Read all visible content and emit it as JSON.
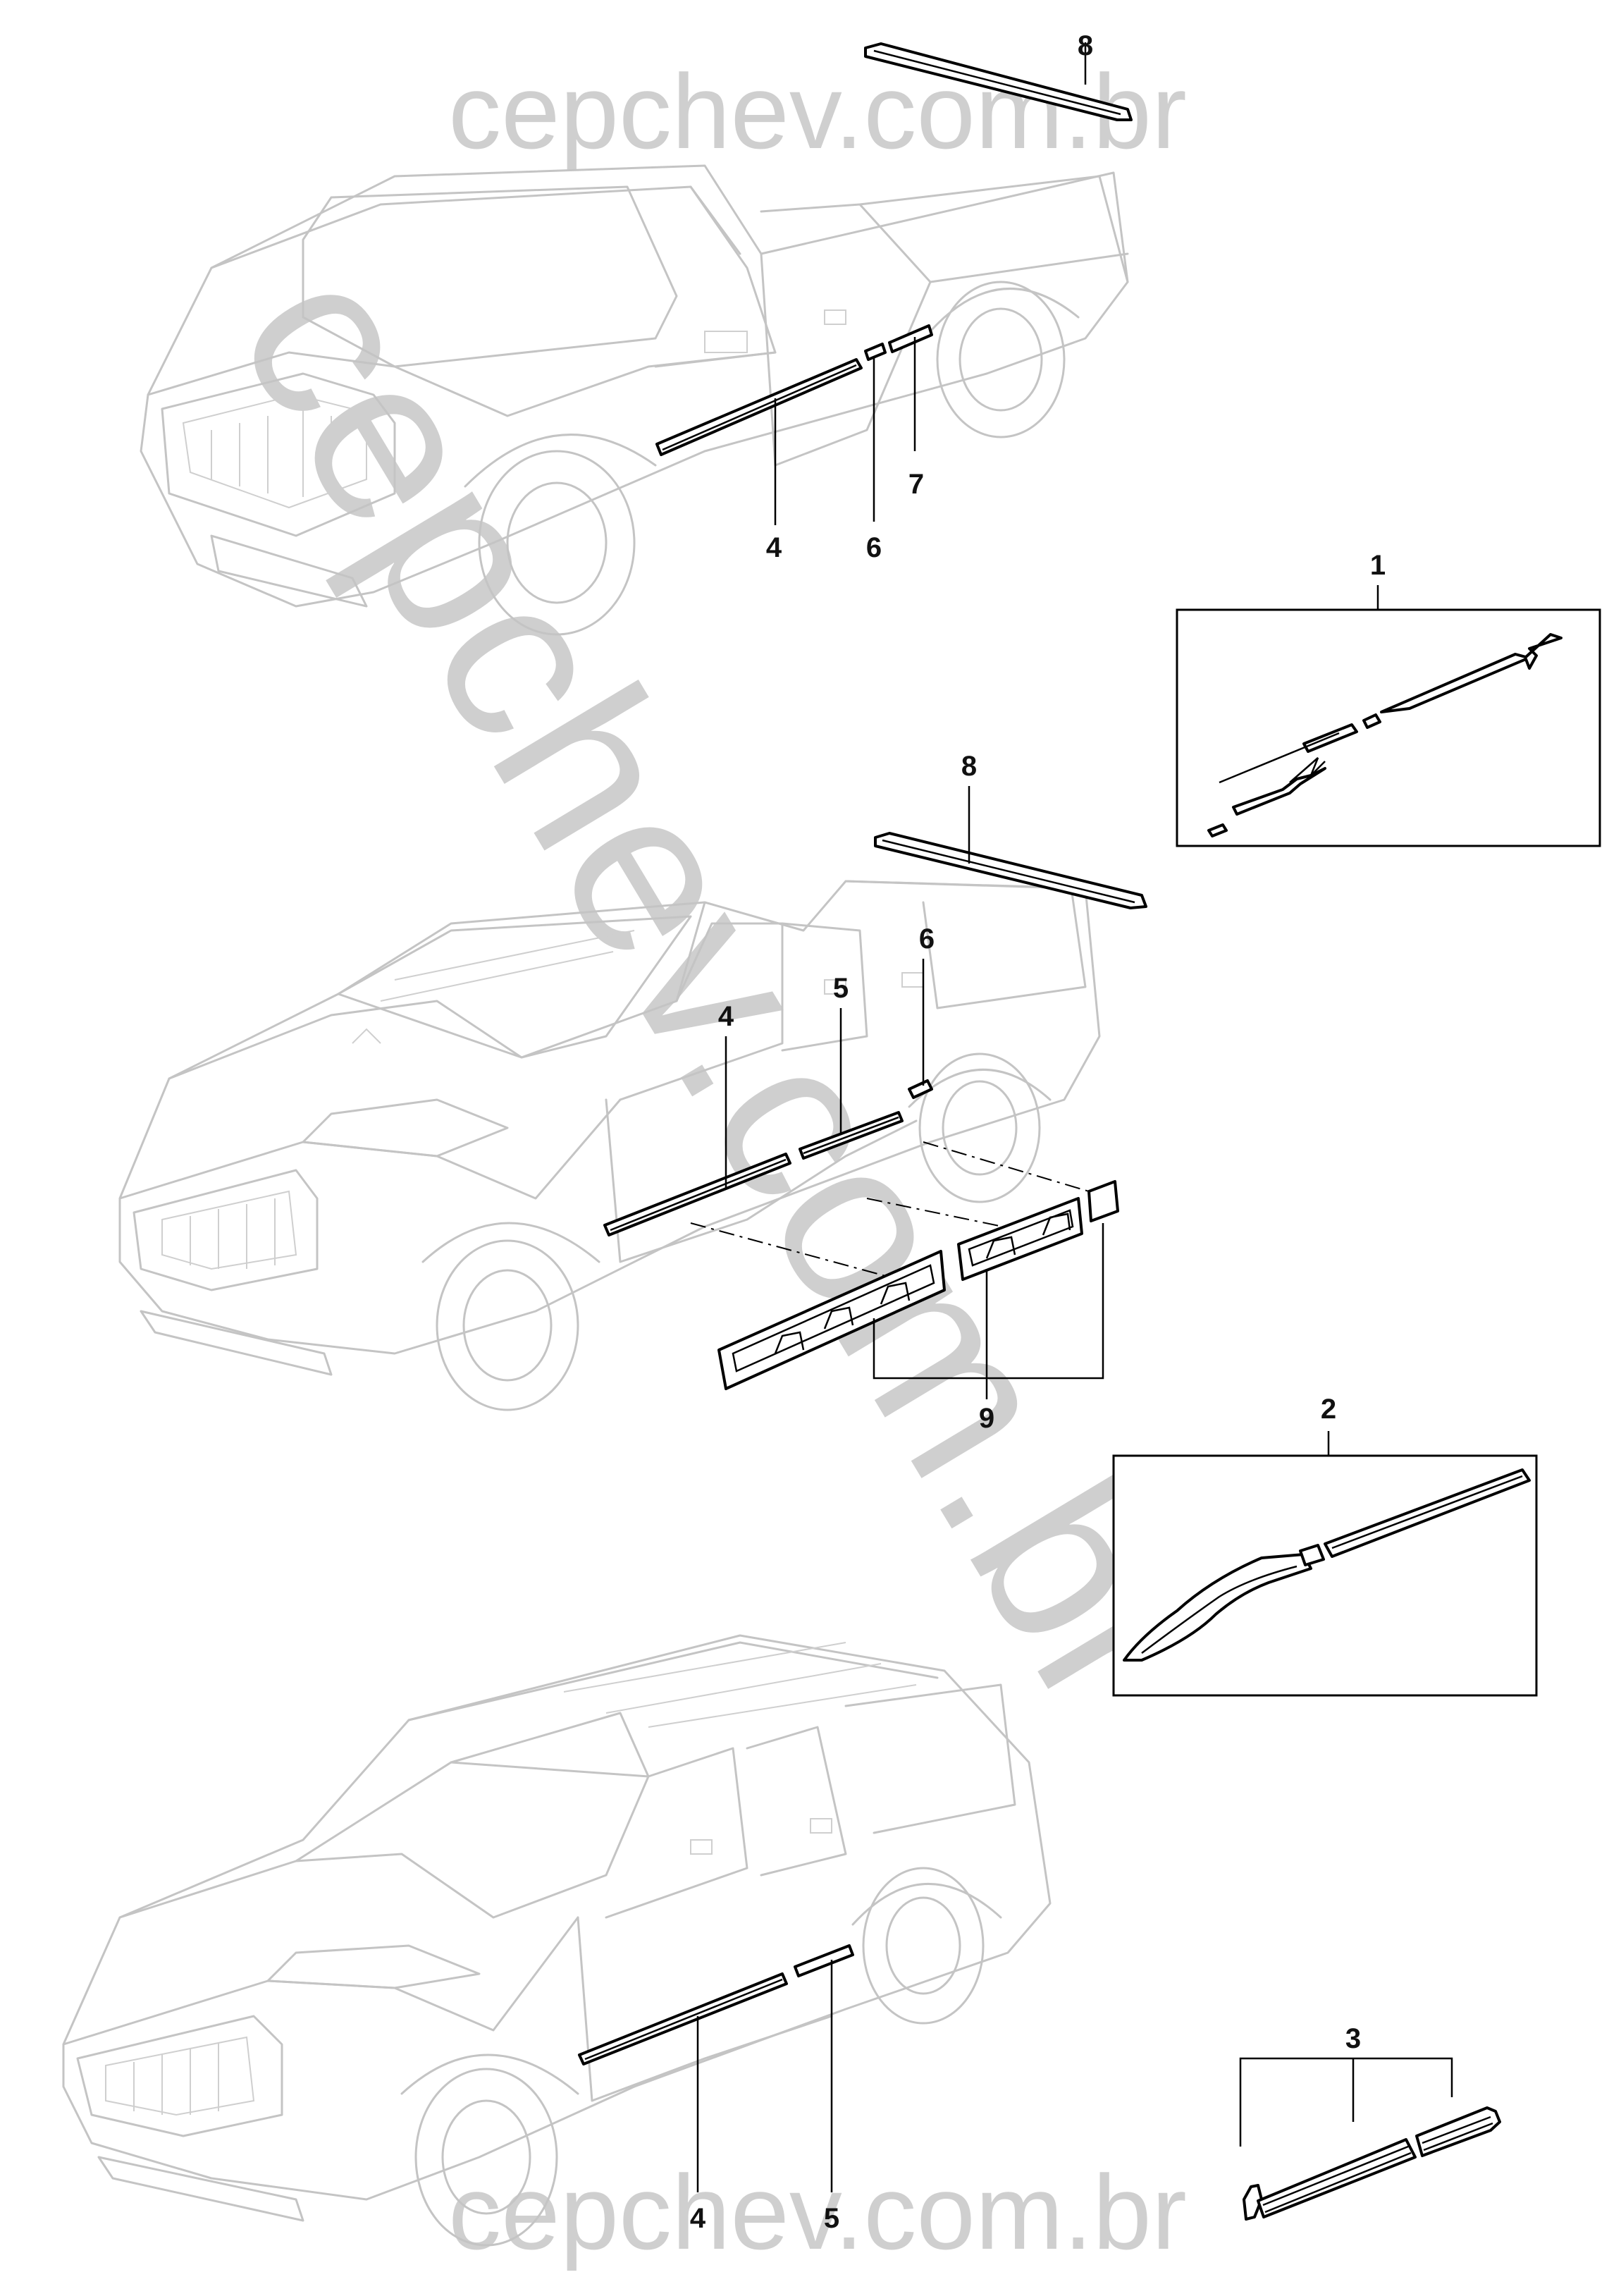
{
  "watermark": {
    "top": "cepchev.com.br",
    "diagonal": "cepchev.com.br",
    "bottom": "cepchev.com.br"
  },
  "callouts": {
    "c1": "1",
    "c2": "2",
    "c3": "3",
    "c4a": "4",
    "c4b": "4",
    "c4c": "4",
    "c5b": "5",
    "c5c": "5",
    "c6a": "6",
    "c6b": "6",
    "c7": "7",
    "c8a": "8",
    "c8b": "8",
    "c9": "9"
  },
  "colors": {
    "linework": "#000000",
    "vehicle_outline": "#c4c4c4",
    "watermark": "#cfcfcf"
  }
}
